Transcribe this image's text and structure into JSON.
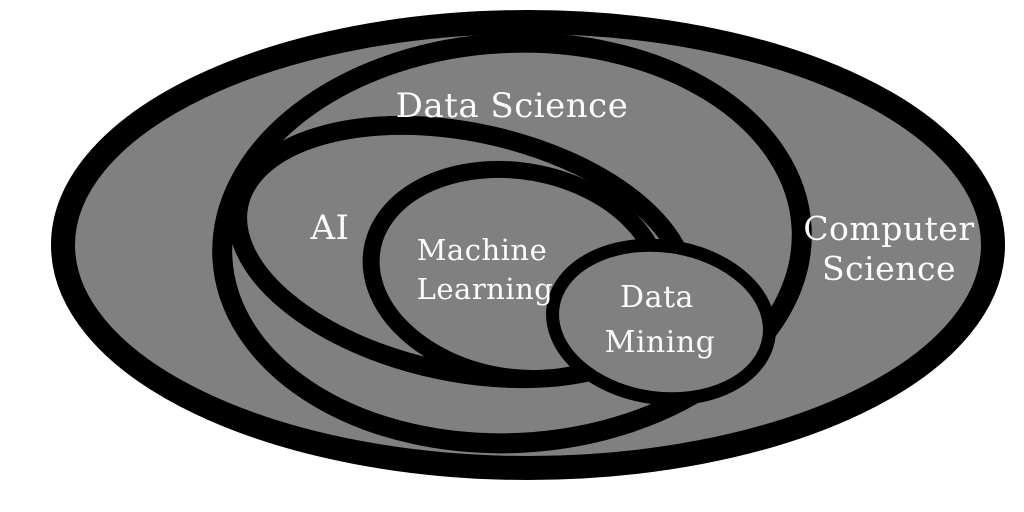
{
  "colors": {
    "background": "#ffffff",
    "set_fill": "#808080",
    "border": "#000000",
    "label": "#fcfcfc"
  },
  "venn": {
    "computer_science": {
      "line1": "Computer",
      "line2": "Science"
    },
    "data_science": {
      "label": "Data Science"
    },
    "ai": {
      "label": "AI"
    },
    "machine_learning": {
      "line1": "Machine",
      "line2": "Learning"
    },
    "data_mining": {
      "line1": "Data",
      "line2": "Mining"
    }
  }
}
